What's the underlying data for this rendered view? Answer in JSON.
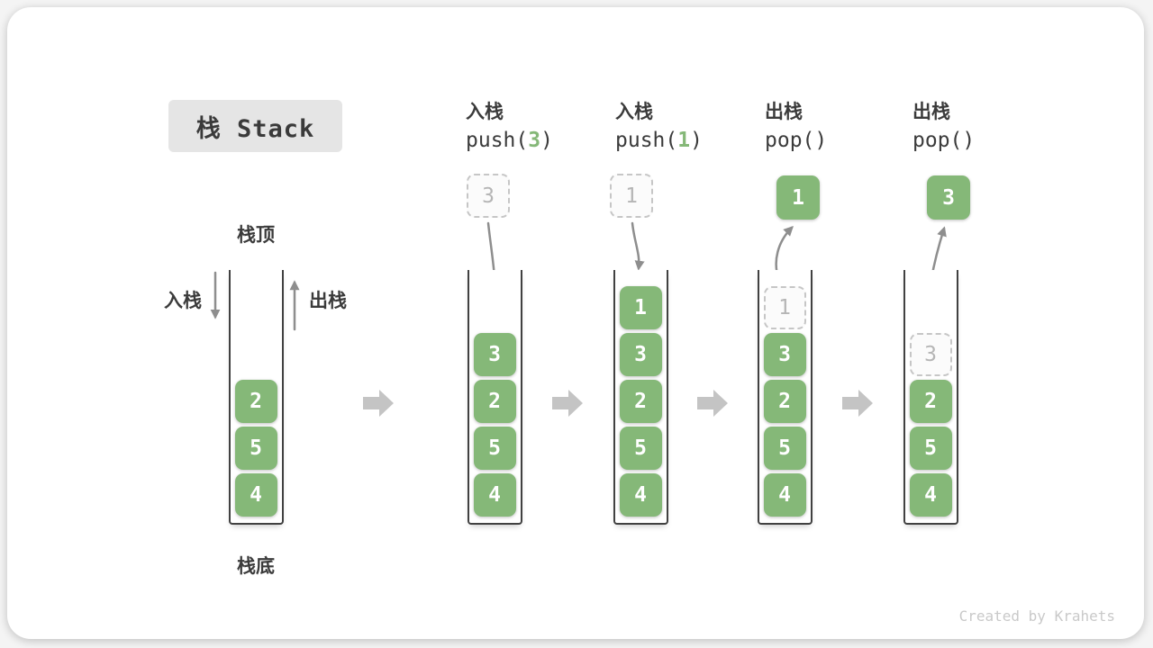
{
  "title": "栈 Stack",
  "labels": {
    "stack_top": "栈顶",
    "stack_bottom": "栈底",
    "push_side": "入栈",
    "pop_side": "出栈"
  },
  "watermark": "Created by Krahets",
  "colors": {
    "green": "#85b878",
    "dark_text": "#3b3b3b",
    "dashed_border": "#c6c6c6",
    "dashed_text": "#b5b5b5",
    "thin_arrow": "#8e8e8e",
    "block_arrow": "#c4c4c4",
    "title_bg": "#e5e5e5",
    "card_bg": "#ffffff"
  },
  "columns": [
    {
      "id": "initial",
      "op": "",
      "code_pre": "",
      "code_arg": "",
      "code_post": "",
      "float": null,
      "items": [
        {
          "v": "2",
          "slot": 2,
          "kind": "solid"
        },
        {
          "v": "5",
          "slot": 3,
          "kind": "solid"
        },
        {
          "v": "4",
          "slot": 4,
          "kind": "solid"
        }
      ]
    },
    {
      "id": "push-3",
      "op": "入栈",
      "code_pre": "push(",
      "code_arg": "3",
      "code_post": ")",
      "float": {
        "v": "3",
        "kind": "dashed"
      },
      "items": [
        {
          "v": "3",
          "slot": 1,
          "kind": "solid"
        },
        {
          "v": "2",
          "slot": 2,
          "kind": "solid"
        },
        {
          "v": "5",
          "slot": 3,
          "kind": "solid"
        },
        {
          "v": "4",
          "slot": 4,
          "kind": "solid"
        }
      ]
    },
    {
      "id": "push-1",
      "op": "入栈",
      "code_pre": "push(",
      "code_arg": "1",
      "code_post": ")",
      "float": {
        "v": "1",
        "kind": "dashed"
      },
      "items": [
        {
          "v": "1",
          "slot": 0,
          "kind": "solid"
        },
        {
          "v": "3",
          "slot": 1,
          "kind": "solid"
        },
        {
          "v": "2",
          "slot": 2,
          "kind": "solid"
        },
        {
          "v": "5",
          "slot": 3,
          "kind": "solid"
        },
        {
          "v": "4",
          "slot": 4,
          "kind": "solid"
        }
      ]
    },
    {
      "id": "pop-1",
      "op": "出栈",
      "code_pre": "pop(",
      "code_arg": "",
      "code_post": ")",
      "float": {
        "v": "1",
        "kind": "solid"
      },
      "items": [
        {
          "v": "1",
          "slot": 0,
          "kind": "dashed"
        },
        {
          "v": "3",
          "slot": 1,
          "kind": "solid"
        },
        {
          "v": "2",
          "slot": 2,
          "kind": "solid"
        },
        {
          "v": "5",
          "slot": 3,
          "kind": "solid"
        },
        {
          "v": "4",
          "slot": 4,
          "kind": "solid"
        }
      ]
    },
    {
      "id": "pop-3",
      "op": "出栈",
      "code_pre": "pop(",
      "code_arg": "",
      "code_post": ")",
      "float": {
        "v": "3",
        "kind": "solid"
      },
      "items": [
        {
          "v": "3",
          "slot": 1,
          "kind": "dashed"
        },
        {
          "v": "2",
          "slot": 2,
          "kind": "solid"
        },
        {
          "v": "5",
          "slot": 3,
          "kind": "solid"
        },
        {
          "v": "4",
          "slot": 4,
          "kind": "solid"
        }
      ]
    }
  ]
}
